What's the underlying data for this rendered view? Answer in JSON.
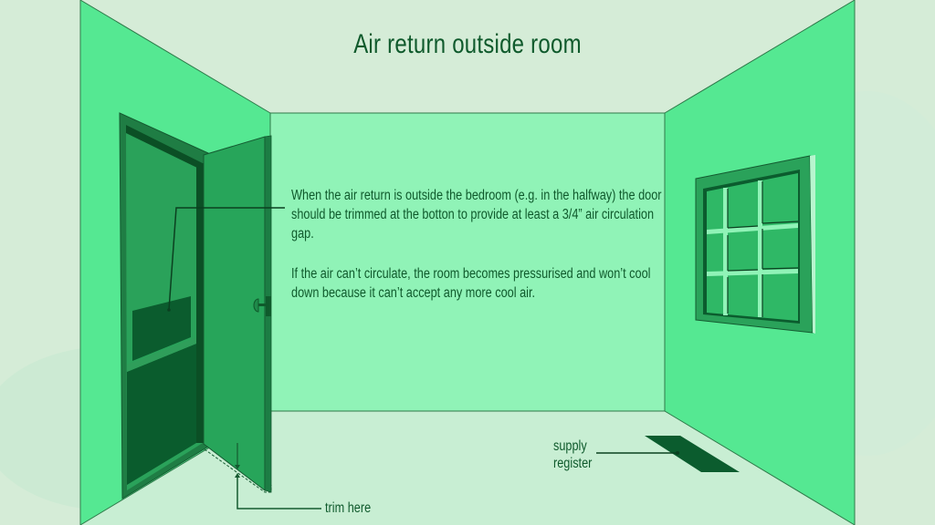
{
  "title": "Air return outside room",
  "description": {
    "paragraph_1": "When the air return is outside the bedroom (e.g. in the halfway) the door should be trimmed at the botton to provide at least a 3/4” air circulation gap.",
    "paragraph_2": "If the air can’t circulate, the room becomes pressurised and won’t cool down because it can’t accept any more cool air."
  },
  "labels": {
    "supply_register_line1": "supply",
    "supply_register_line2": "register",
    "trim_here": "trim here"
  },
  "scene_elements": [
    "left-wall",
    "back-wall",
    "right-wall",
    "floor",
    "open-door",
    "door-frame",
    "air-return-grille",
    "door-knob",
    "window",
    "supply-register",
    "trim-line"
  ],
  "colors": {
    "background": "#d3ecd6",
    "side_wall": "#55e892",
    "back_wall": "#90f3b7",
    "floor": "#c8edd2",
    "door": "#27a55a",
    "door_dark": "#0b5c2e",
    "text": "#0f5a2c"
  }
}
